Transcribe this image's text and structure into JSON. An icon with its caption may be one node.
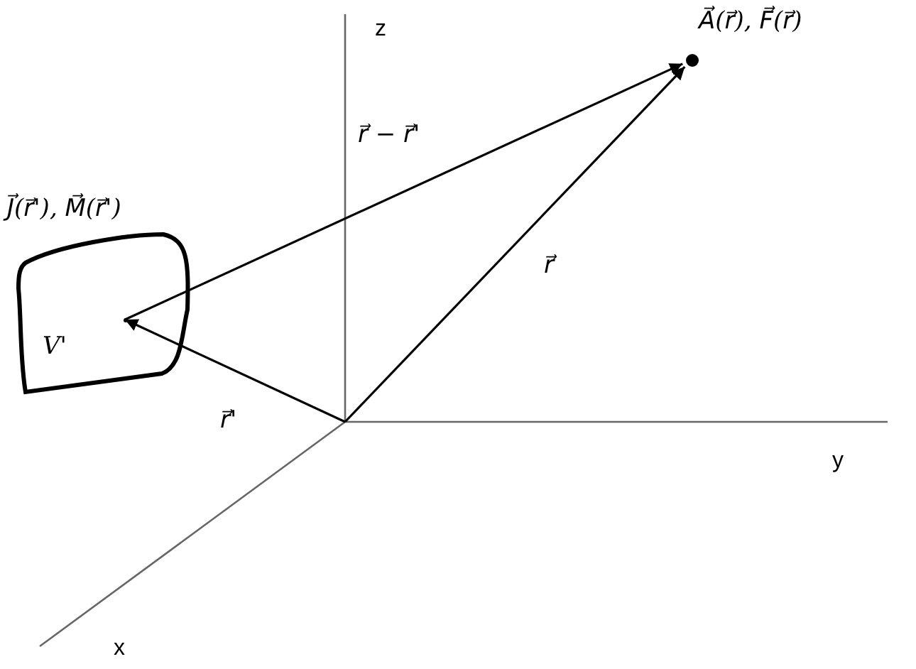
{
  "diagram": {
    "nodes": [
      {
        "text": [
          "V'"
        ],
        "beside": [
          "J⃗(r⃗'), M⃗(r⃗')"
        ]
      },
      {
        "text": [],
        "shape": "point",
        "in": 0
      },
      {
        "text": [],
        "shape": "circle",
        "beside": [
          "A⃗(r⃗), F⃗(r⃗)"
        ]
      }
    ],
    "edges": [
      {
        "from": 1,
        "to": 2,
        "arrow": "to",
        "label": "r⃗ − r⃗'"
      },
      {
        "from": null,
        "to": 2,
        "arrow": "to",
        "label": "r⃗"
      },
      {
        "from": null,
        "to": 1,
        "arrow": "to",
        "label": "r⃗'"
      }
    ],
    "labels": [
      "z",
      "y",
      "x"
    ]
  }
}
